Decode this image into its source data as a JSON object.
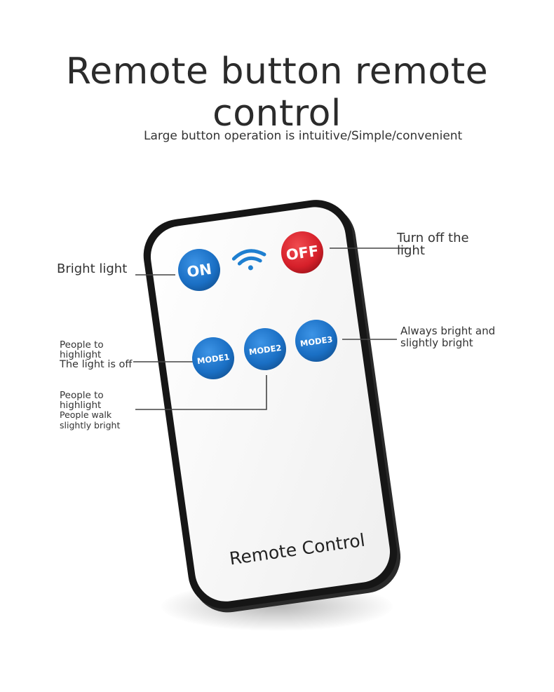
{
  "title": "Remote button remote control",
  "subtitle": "Large button operation is intuitive/Simple/convenient",
  "remote": {
    "on_label": "ON",
    "off_label": "OFF",
    "mode1_label": "MODE1",
    "mode2_label": "MODE2",
    "mode3_label": "MODE3",
    "brand_text": "Remote Control",
    "wifi_icon": "wifi-icon"
  },
  "callouts": {
    "on": "Bright light",
    "off_line1": "Turn off the",
    "off_line2": "light",
    "mode3_line1": "Always bright and",
    "mode3_line2": "slightly bright",
    "mode1_line1": "People to",
    "mode1_line2": "highlight",
    "mode1_line3": "The light is off",
    "mode2_line1": "People to",
    "mode2_line2": "highlight",
    "mode2_line3": "People walk",
    "mode2_line4": "slightly bright"
  },
  "colors": {
    "on_button": "#1a6fc4",
    "mode_button": "#1a6fc4",
    "off_button": "#d6202a",
    "wifi": "#1e7fd0",
    "remote_body": "#1c1c1c",
    "remote_face": "#f7f7f7"
  }
}
